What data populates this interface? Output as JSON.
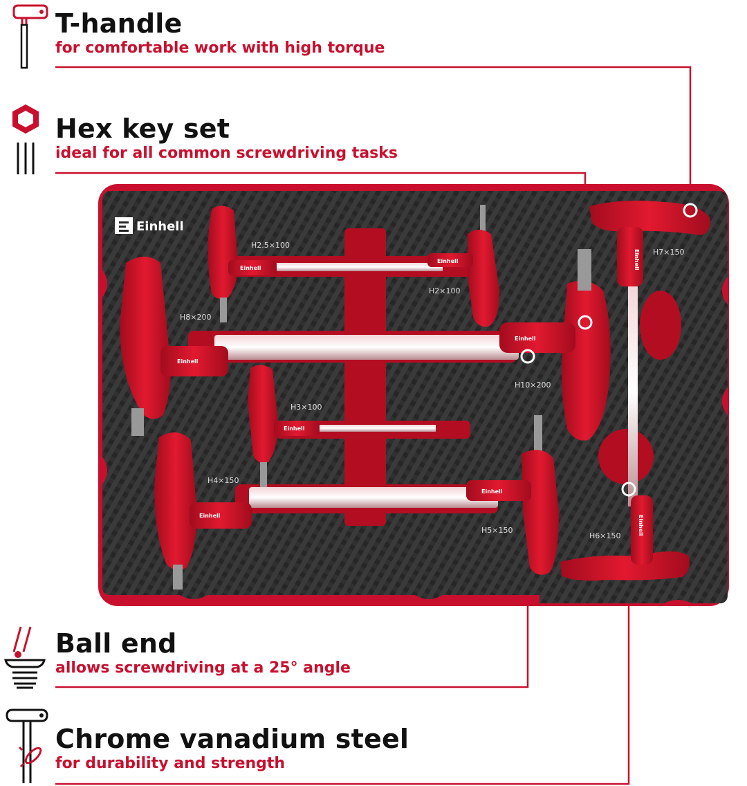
{
  "features": [
    {
      "title": "T-handle",
      "subtitle": "for comfortable work with high torque",
      "icon": "t-handle-icon"
    },
    {
      "title": "Hex key set",
      "subtitle": "ideal for all common screwdriving tasks",
      "icon": "hex-key-icon"
    },
    {
      "title": "Ball end",
      "subtitle": "allows screwdriving at a 25° angle",
      "icon": "ball-end-icon"
    },
    {
      "title": "Chrome vanadium steel",
      "subtitle": "for durability and strength",
      "icon": "steel-wrench-icon"
    }
  ],
  "brand": "Einhell",
  "sizes": [
    "H2.5×100",
    "H2×100",
    "H7×150",
    "H8×200",
    "H10×200",
    "H3×100",
    "H4×150",
    "H5×150",
    "H6×150"
  ],
  "colors": {
    "accent": "#c8102e",
    "text": "#111111",
    "tray": "#2a2a2a"
  }
}
